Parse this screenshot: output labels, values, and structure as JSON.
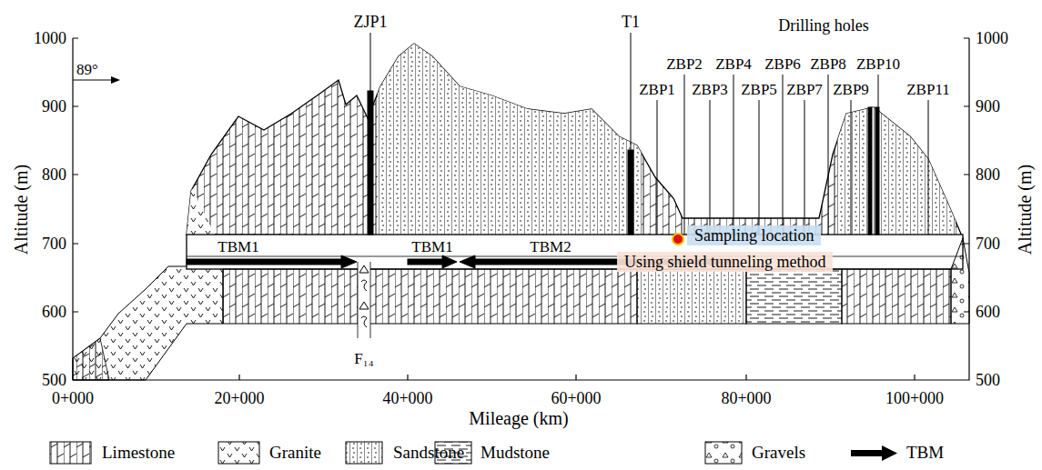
{
  "diagram": {
    "nodes": [
      {
        "text": [
          "Sampling location"
        ]
      },
      {
        "text": [
          "Using shield tunneling method"
        ]
      }
    ],
    "labels": [
      "89°",
      "ZJP1",
      "T1",
      "Drilling holes",
      "ZBP1",
      "ZBP2",
      "ZBP3",
      "ZBP4",
      "ZBP5",
      "ZBP6",
      "ZBP7",
      "ZBP8",
      "ZBP9",
      "ZBP10",
      "ZBP11",
      "TBM1",
      "TBM1",
      "TBM2",
      "F₁₄",
      "1000",
      "900",
      "800",
      "700",
      "600",
      "500",
      "1000",
      "900",
      "800",
      "700",
      "600",
      "500",
      "Altitude (m)",
      "Altitude (m)",
      "0+000",
      "20+000",
      "40+000",
      "60+000",
      "80+000",
      "100+000",
      "Mileage (km)"
    ],
    "legend": [
      {
        "text": "Limestone"
      },
      {
        "text": "Granite"
      },
      {
        "text": "Sandstone"
      },
      {
        "text": "Mudstone"
      },
      {
        "text": "Gravels"
      },
      {
        "text": "TBM"
      }
    ]
  }
}
